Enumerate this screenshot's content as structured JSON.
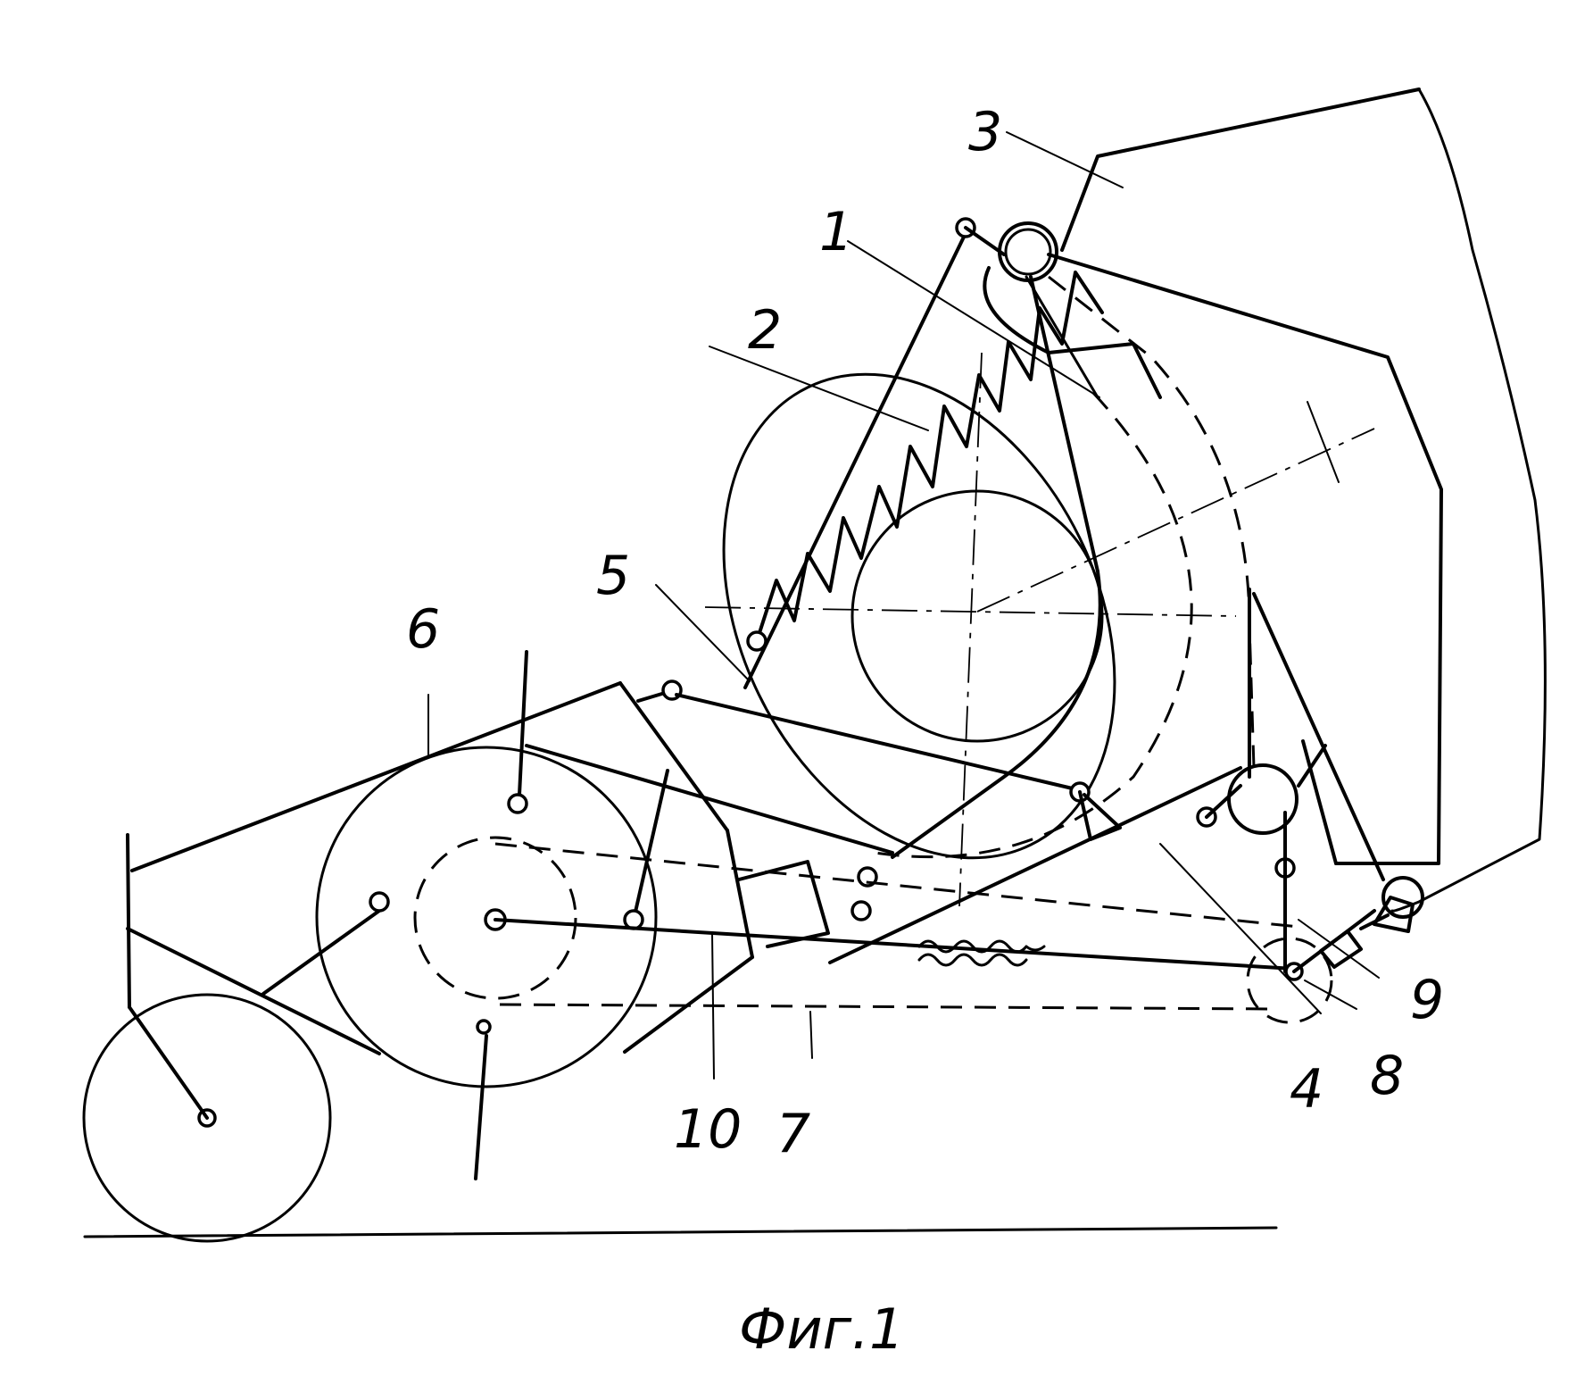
{
  "figure": {
    "caption": "Фиг.1"
  },
  "labels": [
    {
      "id": "1",
      "text": "1"
    },
    {
      "id": "2",
      "text": "2"
    },
    {
      "id": "3",
      "text": "3"
    },
    {
      "id": "4",
      "text": "4"
    },
    {
      "id": "5",
      "text": "5"
    },
    {
      "id": "6",
      "text": "6"
    },
    {
      "id": "7",
      "text": "7"
    },
    {
      "id": "8",
      "text": "8"
    },
    {
      "id": "9",
      "text": "9"
    },
    {
      "id": "10",
      "text": "10"
    }
  ]
}
